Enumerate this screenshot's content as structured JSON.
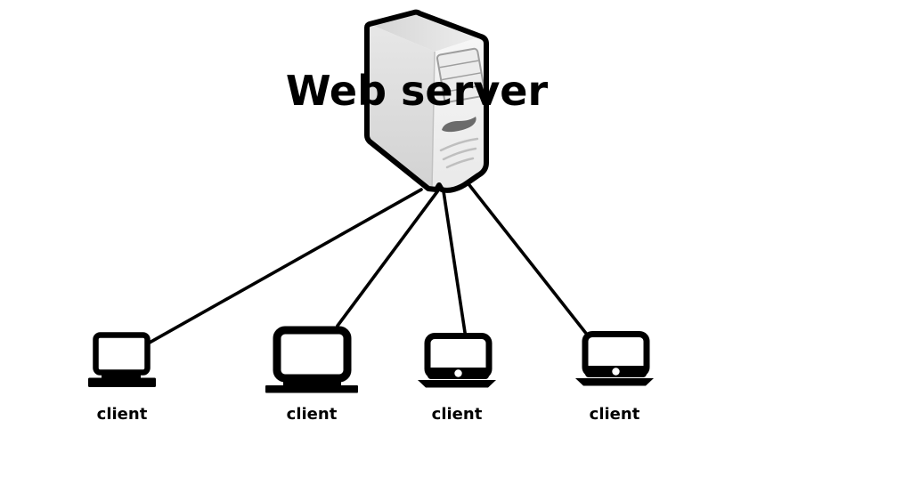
{
  "diagram": {
    "server": {
      "label": "Web server",
      "icon": "server-tower"
    },
    "clients": [
      {
        "label": "client",
        "icon": "laptop"
      },
      {
        "label": "client",
        "icon": "laptop"
      },
      {
        "label": "client",
        "icon": "laptop"
      },
      {
        "label": "client",
        "icon": "laptop"
      }
    ],
    "connections": [
      {
        "from": "web-server",
        "to": "client-1"
      },
      {
        "from": "web-server",
        "to": "client-2"
      },
      {
        "from": "web-server",
        "to": "client-3"
      },
      {
        "from": "web-server",
        "to": "client-4"
      }
    ],
    "colors": {
      "background": "#ffffff",
      "line": "#000000",
      "text": "#000000",
      "server_face_front": "#f3f3f3",
      "server_face_left": "#dcdcdc",
      "server_face_top": "#e4e4e4",
      "server_detail_dark": "#6b6b6b",
      "server_detail_light": "#bfbfbf",
      "server_outline": "#000000"
    }
  }
}
